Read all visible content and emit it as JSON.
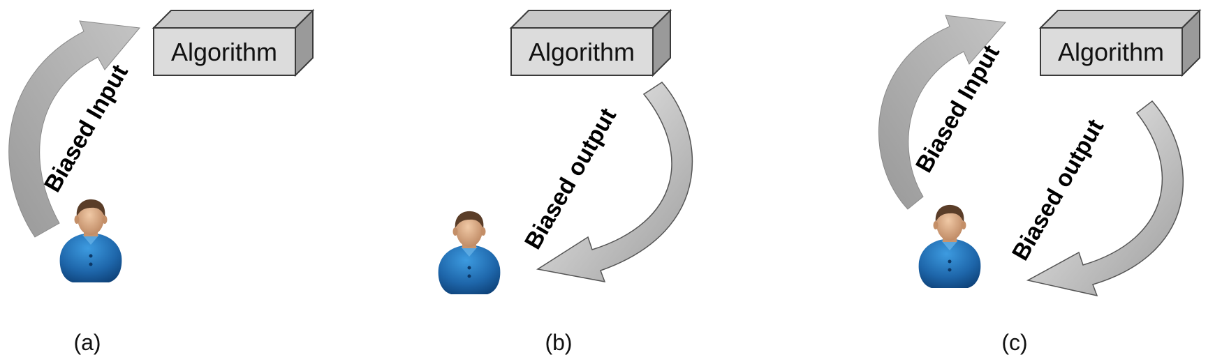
{
  "panels": [
    {
      "id": "a",
      "label": "(a)",
      "box": "Algorithm",
      "input_label": "Biased Input"
    },
    {
      "id": "b",
      "label": "(b)",
      "box": "Algorithm",
      "output_label": "Biased output"
    },
    {
      "id": "c",
      "label": "(c)",
      "box": "Algorithm",
      "input_label": "Biased Input",
      "output_label": "Biased output"
    }
  ],
  "colors": {
    "box_front": "#dcdcdc",
    "box_top": "#c8c8c8",
    "box_side": "#9a9a9a",
    "box_stroke": "#3a3a3a",
    "input_arrow": "#a8a8a8",
    "output_arrow_light": "#f2f2f2",
    "output_arrow_dark": "#a0a0a0",
    "shirt": "#1f6fb5",
    "skin": "#d9a882",
    "hair": "#5a3d28"
  },
  "icons": [
    "user-icon",
    "curved-arrow-icon",
    "box-3d-icon"
  ]
}
